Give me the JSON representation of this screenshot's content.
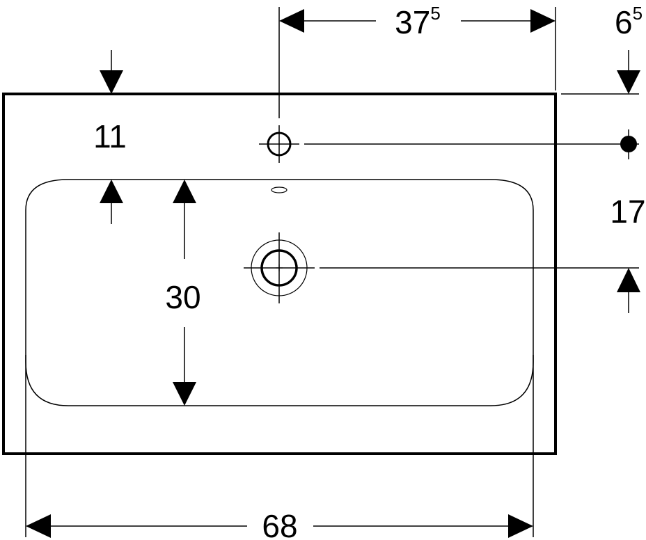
{
  "dimensions": {
    "top_span": {
      "main": "37",
      "sup": "5"
    },
    "right_top": {
      "main": "6",
      "sup": "5"
    },
    "top_left": "11",
    "right_mid": "17",
    "bowl_depth": "30",
    "bottom_width": "68"
  },
  "colors": {
    "line": "#000000",
    "background": "#ffffff"
  }
}
